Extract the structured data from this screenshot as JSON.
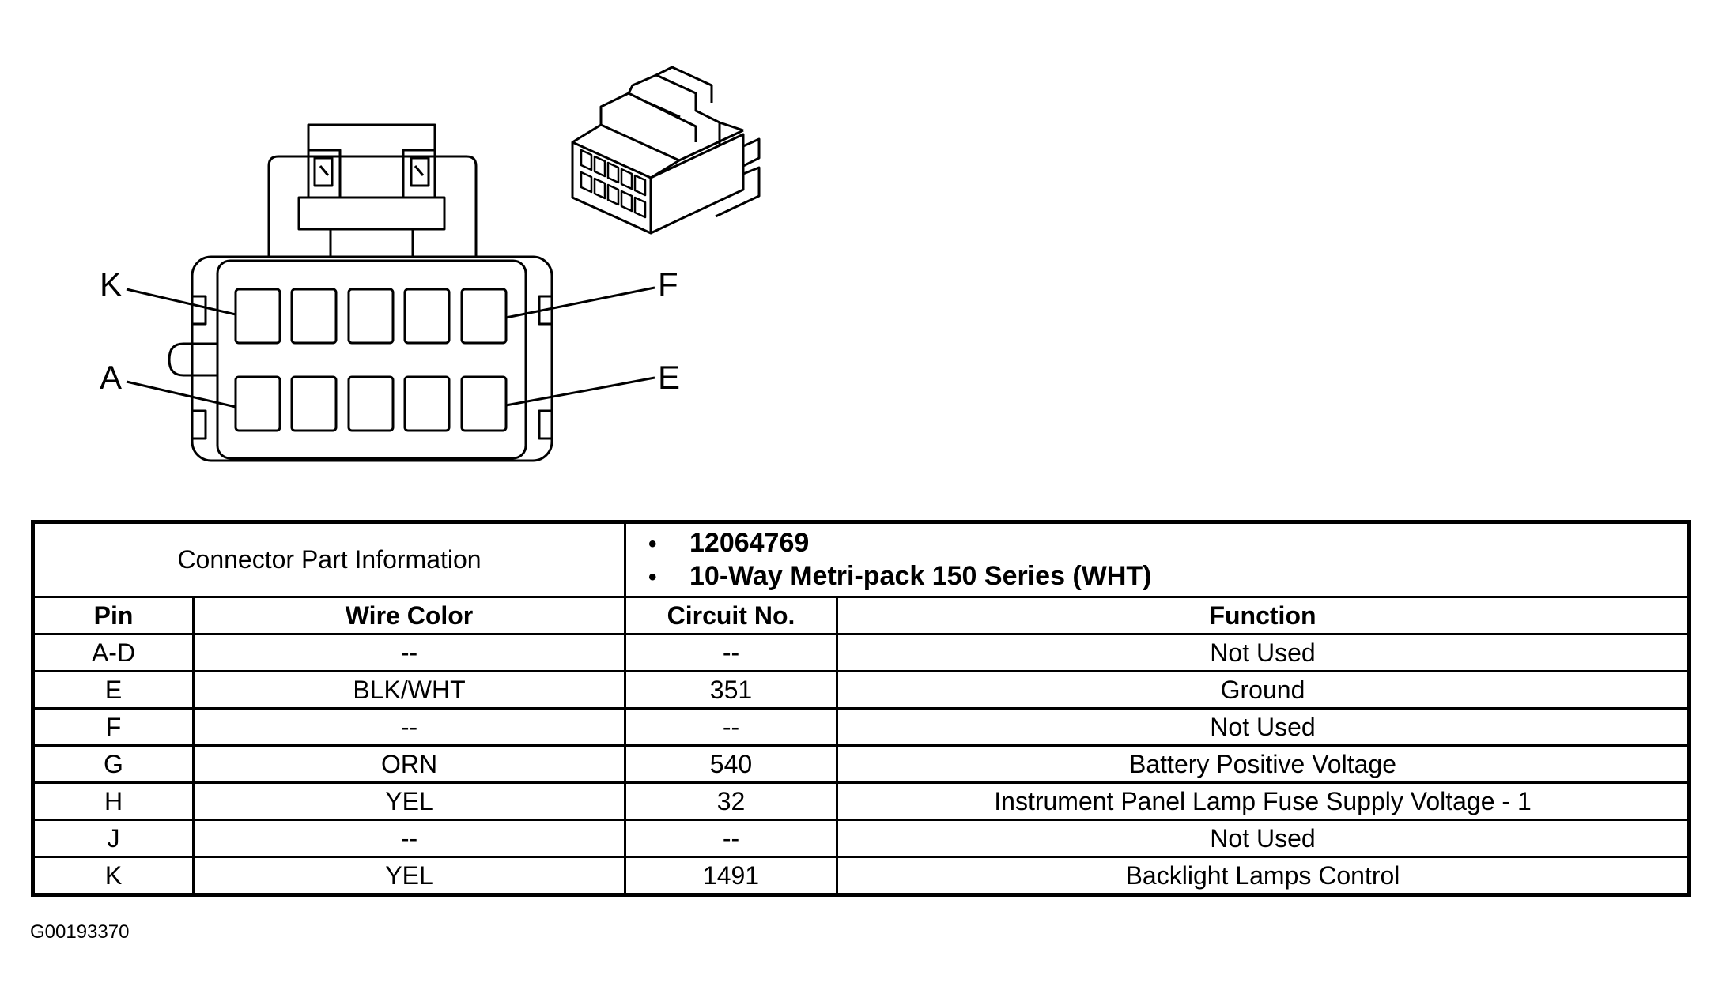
{
  "connector_face": {
    "pin_labels": {
      "top_left": "K",
      "top_right": "F",
      "bottom_left": "A",
      "bottom_right": "E"
    }
  },
  "part_info": {
    "title": "Connector Part Information",
    "items": [
      "12064769",
      "10-Way Metri-pack 150 Series (WHT)"
    ]
  },
  "columns": [
    "Pin",
    "Wire Color",
    "Circuit No.",
    "Function"
  ],
  "rows": [
    {
      "pin": "A-D",
      "wire_color": "--",
      "circuit": "--",
      "function": "Not Used"
    },
    {
      "pin": "E",
      "wire_color": "BLK/WHT",
      "circuit": "351",
      "function": "Ground"
    },
    {
      "pin": "F",
      "wire_color": "--",
      "circuit": "--",
      "function": "Not Used"
    },
    {
      "pin": "G",
      "wire_color": "ORN",
      "circuit": "540",
      "function": "Battery Positive Voltage"
    },
    {
      "pin": "H",
      "wire_color": "YEL",
      "circuit": "32",
      "function": "Instrument Panel Lamp Fuse Supply Voltage - 1"
    },
    {
      "pin": "J",
      "wire_color": "--",
      "circuit": "--",
      "function": "Not Used"
    },
    {
      "pin": "K",
      "wire_color": "YEL",
      "circuit": "1491",
      "function": "Backlight Lamps Control"
    }
  ],
  "figure_id": "G00193370"
}
